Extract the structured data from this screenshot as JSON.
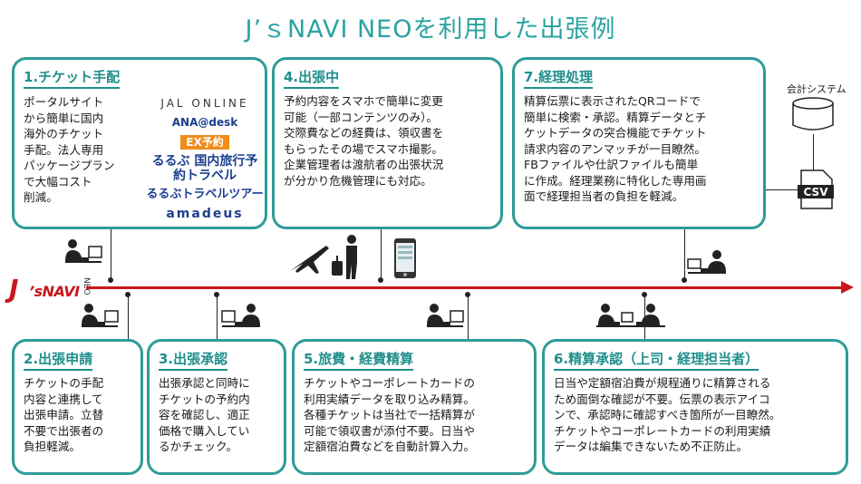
{
  "title": "J’ｓNAVI NEOを利用した出張例",
  "brand": {
    "j": "J",
    "navi": "’sNAVI",
    "neo": "NEO"
  },
  "system_label": "会計システム",
  "csv_label": "CSV",
  "steps": {
    "s1": {
      "head": "1.チケット手配",
      "body": "ポータルサイト\nから簡単に国内\n海外のチケット\n手配。法人専用\nパッケージプラン\nで大幅コスト\n削減。"
    },
    "s2": {
      "head": "2.出張申請",
      "body": "チケットの手配\n内容と連携して\n出張申請。立替\n不要で出張者の\n負担軽減。"
    },
    "s3": {
      "head": "3.出張承認",
      "body": "出張承認と同時に\nチケットの予約内\n容を確認し、適正\n価格で購入してい\nるかチェック。"
    },
    "s4": {
      "head": "4.出張中",
      "body": "予約内容をスマホで簡単に変更\n可能（一部コンテンツのみ）。\n交際費などの経費は、領収書を\nもらったその場でスマホ撮影。\n企業管理者は渡航者の出張状況\nが分かり危機管理にも対応。"
    },
    "s5": {
      "head": "5.旅費・経費精算",
      "body": "チケットやコーポレートカードの\n利用実績データを取り込み精算。\n各種チケットは当社で一括精算が\n可能で領収書が添付不要。日当や\n定額宿泊費などを自動計算入力。"
    },
    "s6": {
      "head": "6.精算承認（上司・経理担当者）",
      "body": "日当や定額宿泊費が規程通りに精算される\nため面倒な確認が不要。伝票の表示アイコ\nンで、承認時に確認すべき箇所が一目瞭然。\nチケットやコーポレートカードの利用実績\nデータは編集できないため不正防止。"
    },
    "s7": {
      "head": "7.経理処理",
      "body": "精算伝票に表示されたQRコードで\n簡単に検索・承認。精算データとチ\nケットデータの突合機能でチケット\n請求内容のアンマッチが一目瞭然。\nFBファイルや仕訳ファイルも簡単\nに作成。経理業務に特化した専用画\n面で経理担当者の負担を軽減。"
    }
  },
  "logos": {
    "jal": "JAL ONLINE",
    "ana": "ANA@desk",
    "ex": "EX予約",
    "rurubu1": "るるぶ 国内旅行予約トラベル",
    "rurubu2": "るるぶトラベルツアー",
    "amadeus": "amadeus"
  },
  "icons": [
    "person-at-computer-icon",
    "airplane-icon",
    "traveler-with-suitcase-icon",
    "smartphone-icon",
    "database-icon",
    "csv-file-icon",
    "meeting-icon"
  ],
  "colors": {
    "teal": "#2e9c98",
    "red": "#c8161d",
    "title": "#2aa3a3"
  }
}
